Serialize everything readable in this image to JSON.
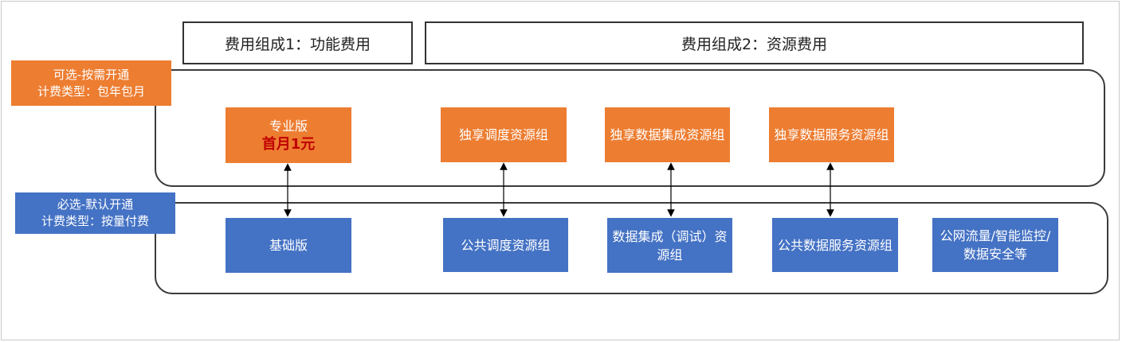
{
  "headers": {
    "cost1": "费用组成1：功能费用",
    "cost2": "费用组成2：资源费用"
  },
  "tags": {
    "optional": {
      "line1": "可选-按需开通",
      "line2": "计费类型：包年包月"
    },
    "required": {
      "line1": "必选-默认开通",
      "line2": "计费类型：按量付费"
    }
  },
  "top_row": {
    "pro": {
      "label": "专业版",
      "promo": "首月1元"
    },
    "dedicated_schedule": {
      "label": "独享调度资源组"
    },
    "dedicated_integration": {
      "label": "独享数据集成资源组"
    },
    "dedicated_service": {
      "label": "独享数据服务资源组"
    }
  },
  "bottom_row": {
    "basic": {
      "label": "基础版"
    },
    "public_schedule": {
      "label": "公共调度资源组"
    },
    "integration_debug": {
      "label": "数据集成（调试）资源组"
    },
    "public_service": {
      "label": "公共数据服务资源组"
    },
    "traffic_misc": {
      "label": "公网流量/智能监控/数据安全等"
    }
  },
  "colors": {
    "orange": "#ed7d31",
    "blue": "#4472c4",
    "promo_red": "#c00000",
    "border": "#333333"
  }
}
